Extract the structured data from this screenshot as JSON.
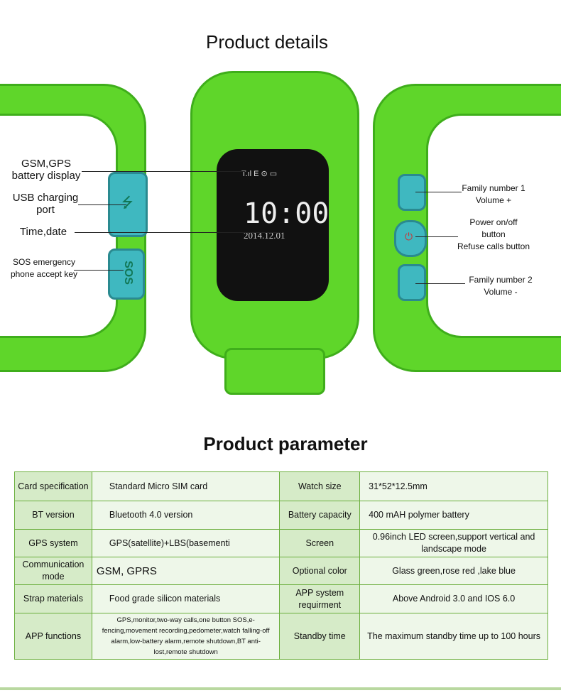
{
  "details": {
    "title": "Product details",
    "screen": {
      "status": "T.ıl E ⊙ ▭",
      "time": "10:00",
      "date": "2014.12.01"
    },
    "button_sos": "SOS",
    "callouts": {
      "gsm": [
        "GSM,GPS",
        "battery display"
      ],
      "usb": [
        "USB charging",
        "port"
      ],
      "time": "Time,date",
      "sos": [
        "SOS emergency",
        "phone accept key"
      ],
      "family1": [
        "Family number 1",
        "Volume +"
      ],
      "power": [
        "Power on/off",
        "button",
        "Refuse calls button"
      ],
      "family2": [
        "Family number 2",
        "Volume -"
      ]
    }
  },
  "parameter": {
    "title": "Product parameter",
    "rows": [
      {
        "k1": "Card specification",
        "v1": "Standard Micro SIM card",
        "k2": "Watch size",
        "v2": "31*52*12.5mm"
      },
      {
        "k1": "BT version",
        "v1": "Bluetooth 4.0 version",
        "k2": "Battery capacity",
        "v2": "400 mAH polymer battery"
      },
      {
        "k1": "GPS system",
        "v1": "GPS(satellite)+LBS(basementi",
        "k2": "Screen",
        "v2": "0.96inch LED screen,support vertical and landscape mode"
      },
      {
        "k1": "Communication mode",
        "v1": "GSM,  GPRS",
        "k2": "Optional color",
        "v2": "Glass green,rose red ,lake blue"
      },
      {
        "k1": "Strap materials",
        "v1": "Food grade silicon materials",
        "k2": "APP system requirment",
        "v2": "Above Android 3.0 and IOS 6.0"
      },
      {
        "k1": "APP functions",
        "v1": "GPS,monitor,two-way calls,one button SOS,e-fencing,movement recording,pedometer,watch falling-off  alarm,low-battery alarm,remote shutdown,BT anti-lost,remote shutdown",
        "k2": "Standby time",
        "v2": "The maximum standby time up to 100 hours"
      }
    ]
  },
  "colors": {
    "green": "#5fd62a",
    "teal": "#3fb8c0",
    "border": "#6aae3c"
  }
}
